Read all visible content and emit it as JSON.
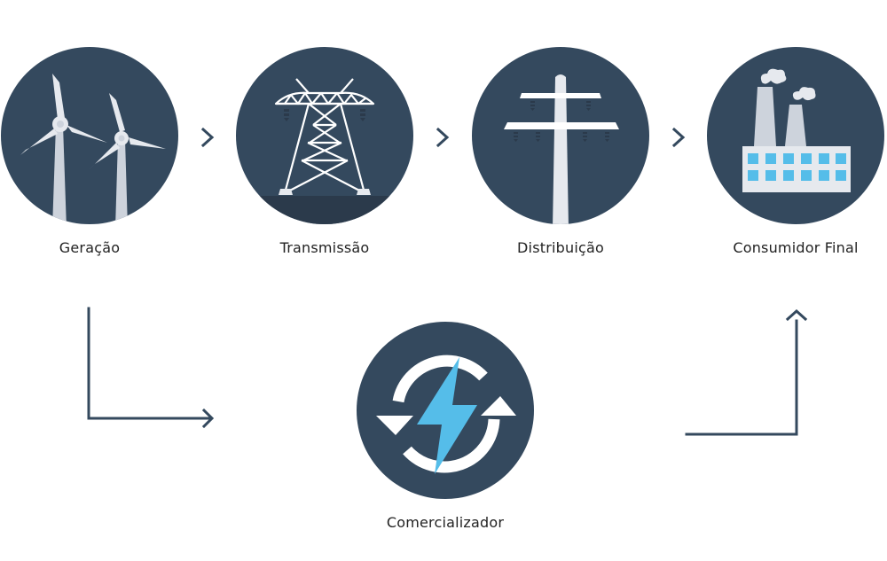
{
  "colors": {
    "circle": "#34495e",
    "ground": "#2b3a4b",
    "icon_light": "#e6e9ee",
    "icon_mid": "#cdd3dc",
    "accent_blue": "#55bde9",
    "arrow": "#34495e",
    "text": "#222222"
  },
  "nodes": [
    {
      "id": "geracao",
      "label": "Geração",
      "icon": "wind-turbine-icon"
    },
    {
      "id": "transmissao",
      "label": "Transmissão",
      "icon": "transmission-tower-icon"
    },
    {
      "id": "distribuicao",
      "label": "Distribuição",
      "icon": "utility-pole-icon"
    },
    {
      "id": "consumidor",
      "label": "Consumidor Final",
      "icon": "factory-icon"
    },
    {
      "id": "comercializador",
      "label": "Comercializador",
      "icon": "energy-exchange-icon"
    }
  ],
  "connectors": [
    {
      "from": "Geração",
      "to": "Transmissão",
      "icon": "chevron-right-icon"
    },
    {
      "from": "Transmissão",
      "to": "Distribuição",
      "icon": "chevron-right-icon"
    },
    {
      "from": "Distribuição",
      "to": "Consumidor Final",
      "icon": "chevron-right-icon"
    },
    {
      "from": "Geração",
      "to": "Comercializador",
      "icon": "elbow-arrow-right-icon"
    },
    {
      "from": "Comercializador",
      "to": "Consumidor Final",
      "icon": "elbow-arrow-up-icon"
    }
  ]
}
